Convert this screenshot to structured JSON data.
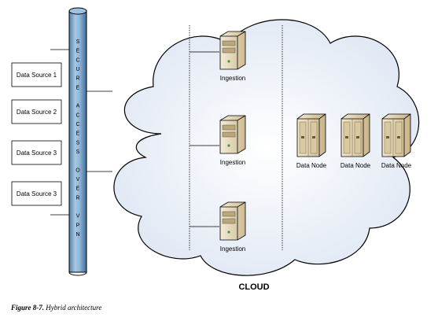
{
  "data_sources": [
    {
      "label": "Data Source 1"
    },
    {
      "label": "Data Source 2"
    },
    {
      "label": "Data Source 3"
    },
    {
      "label": "Data Source 3"
    }
  ],
  "pipe": {
    "letters": [
      "S",
      "E",
      "C",
      "U",
      "R",
      "E",
      "",
      "A",
      "C",
      "C",
      "E",
      "S",
      "S",
      "",
      "O",
      "V",
      "E",
      "R",
      "",
      "V",
      "P",
      "N"
    ],
    "text": "SECURE ACCESS OVER VPN"
  },
  "ingestion_nodes": [
    {
      "label": "Ingestion"
    },
    {
      "label": "Ingestion"
    },
    {
      "label": "Ingestion"
    }
  ],
  "data_nodes": [
    {
      "label": "Data Node"
    },
    {
      "label": "Data Node"
    },
    {
      "label": "Data Node"
    }
  ],
  "cloud_label": "CLOUD",
  "caption": {
    "figure": "Figure 8-7.",
    "title": "Hybrid architecture"
  },
  "colors": {
    "pipe": "#7aa7cc",
    "cloud_fill": "#eef3fa",
    "server_body": "#e8dcc0"
  }
}
